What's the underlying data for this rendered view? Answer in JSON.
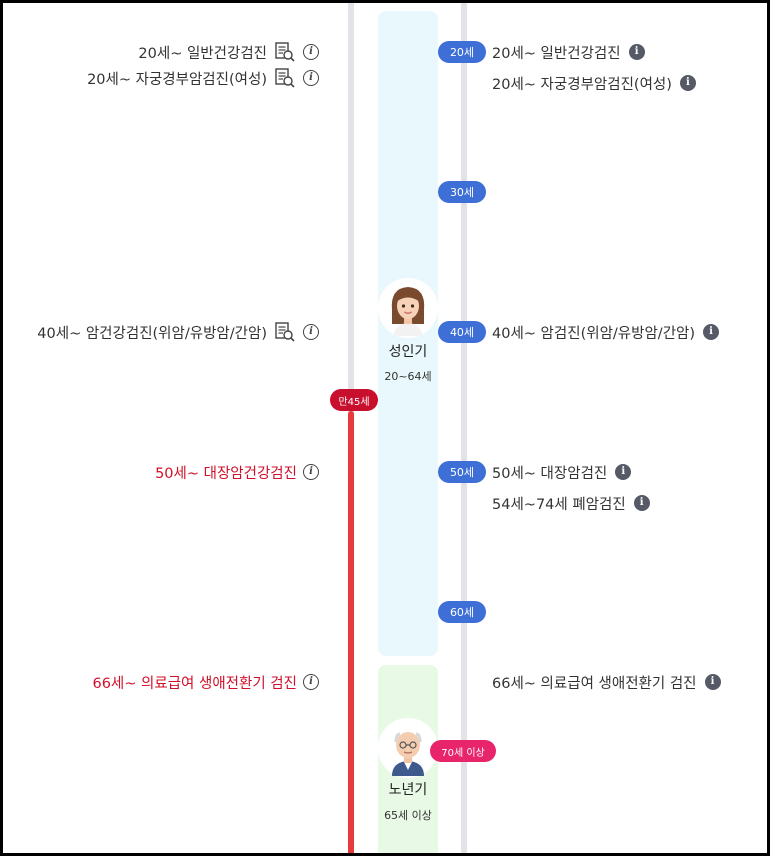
{
  "left_items": [
    {
      "text": "20세~ 일반건강검진",
      "doc_icon": "document-search-icon",
      "info_icon": "info-outline-icon",
      "highlight": false
    },
    {
      "text": "20세~ 자궁경부암검진(여성)",
      "doc_icon": "document-search-icon",
      "info_icon": "info-outline-icon",
      "highlight": false
    },
    {
      "text": "40세~ 암건강검진(위암/유방암/간암)",
      "doc_icon": "document-search-icon",
      "info_icon": "info-outline-icon",
      "highlight": false
    },
    {
      "text": "50세~ 대장암건강검진",
      "info_icon": "info-outline-icon",
      "highlight": true
    },
    {
      "text": "66세~ 의료급여 생애전환기 검진",
      "info_icon": "info-outline-icon",
      "highlight": true
    }
  ],
  "right_items": [
    {
      "text": "20세~ 일반건강검진",
      "info_icon": "info-filled-icon"
    },
    {
      "text": "20세~ 자궁경부암검진(여성)",
      "info_icon": "info-filled-icon"
    },
    {
      "text": "40세~ 암검진(위암/유방암/간암)",
      "info_icon": "info-filled-icon"
    },
    {
      "text": "50세~ 대장암검진",
      "info_icon": "info-filled-icon"
    },
    {
      "text": "54세~74세 폐암검진",
      "info_icon": "info-filled-icon"
    },
    {
      "text": "66세~ 의료급여 생애전환기 검진",
      "info_icon": "info-filled-icon"
    }
  ],
  "age_markers": [
    "20세",
    "30세",
    "40세",
    "50세",
    "60세"
  ],
  "stages": {
    "adult": {
      "title": "성인기",
      "range": "20~64세",
      "avatar": "adult-woman-avatar"
    },
    "senior": {
      "title": "노년기",
      "range": "65세 이상",
      "avatar": "senior-man-avatar"
    }
  },
  "badges": {
    "age45": "만45세",
    "over70": "70세 이상"
  },
  "colors": {
    "pill_blue": "#3d6fd6",
    "highlight_red": "#d0102a",
    "red_rail": "#e83a3a",
    "badge_red": "#c8102e",
    "badge_pink": "#e8246a",
    "adult_bg": "#e8f8fc",
    "senior_bg": "#e8fae6"
  }
}
